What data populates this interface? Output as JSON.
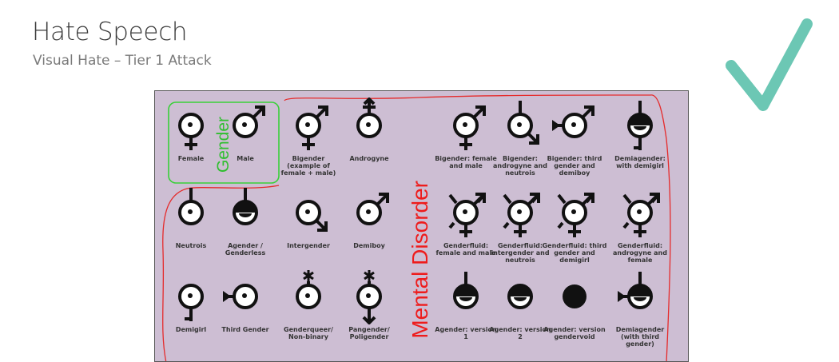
{
  "header": {
    "title": "Hate Speech",
    "subtitle": "Visual Hate – Tier 1 Attack"
  },
  "verdict_icon": "checkmark-icon",
  "colors": {
    "check": "#6cc7b4",
    "figure_bg": "#cdbed3",
    "gender_annotation": "#2fbf2f",
    "disorder_annotation": "#ee1c1c"
  },
  "figure": {
    "gender_annotation": "Gender",
    "disorder_annotation": "Mental Disorder",
    "symbols": [
      {
        "label": "Female",
        "type": "female"
      },
      {
        "label": "Male",
        "type": "male"
      },
      {
        "label": "Bigender (example of female + male)",
        "type": "female-male"
      },
      {
        "label": "Androgyne",
        "type": "androgyne"
      },
      {
        "label": "Bigender: female and male",
        "type": "female-male"
      },
      {
        "label": "Bigender: androgyne and neutrois",
        "type": "top-arrow-down"
      },
      {
        "label": "Bigender: third gender and demiboy",
        "type": "tri-male"
      },
      {
        "label": "Demiagender: with demigirl",
        "type": "half-top-demi"
      },
      {
        "label": "Neutrois",
        "type": "top"
      },
      {
        "label": "Agender / Genderless",
        "type": "half-top"
      },
      {
        "label": "Intergender",
        "type": "arrow-down-right"
      },
      {
        "label": "Demiboy",
        "type": "male"
      },
      {
        "label": "Genderfluid: female and male",
        "type": "fluid"
      },
      {
        "label": "Genderfluid: intergender and neutrois",
        "type": "fluid"
      },
      {
        "label": "Genderfluid: third gender and demigirl",
        "type": "fluid"
      },
      {
        "label": "Genderfluid: androgyne and female",
        "type": "fluid"
      },
      {
        "label": "Demigirl",
        "type": "demi"
      },
      {
        "label": "Third Gender",
        "type": "tri"
      },
      {
        "label": "Genderqueer/ Non-binary",
        "type": "star"
      },
      {
        "label": "Pangender/ Poligender",
        "type": "pan"
      },
      {
        "label": "Agender: version 1",
        "type": "half-top"
      },
      {
        "label": "Agender: version 2",
        "type": "half"
      },
      {
        "label": "Agender: version gendervoid",
        "type": "solid"
      },
      {
        "label": "Demiagender (with third gender)",
        "type": "half-top-tri"
      }
    ]
  }
}
